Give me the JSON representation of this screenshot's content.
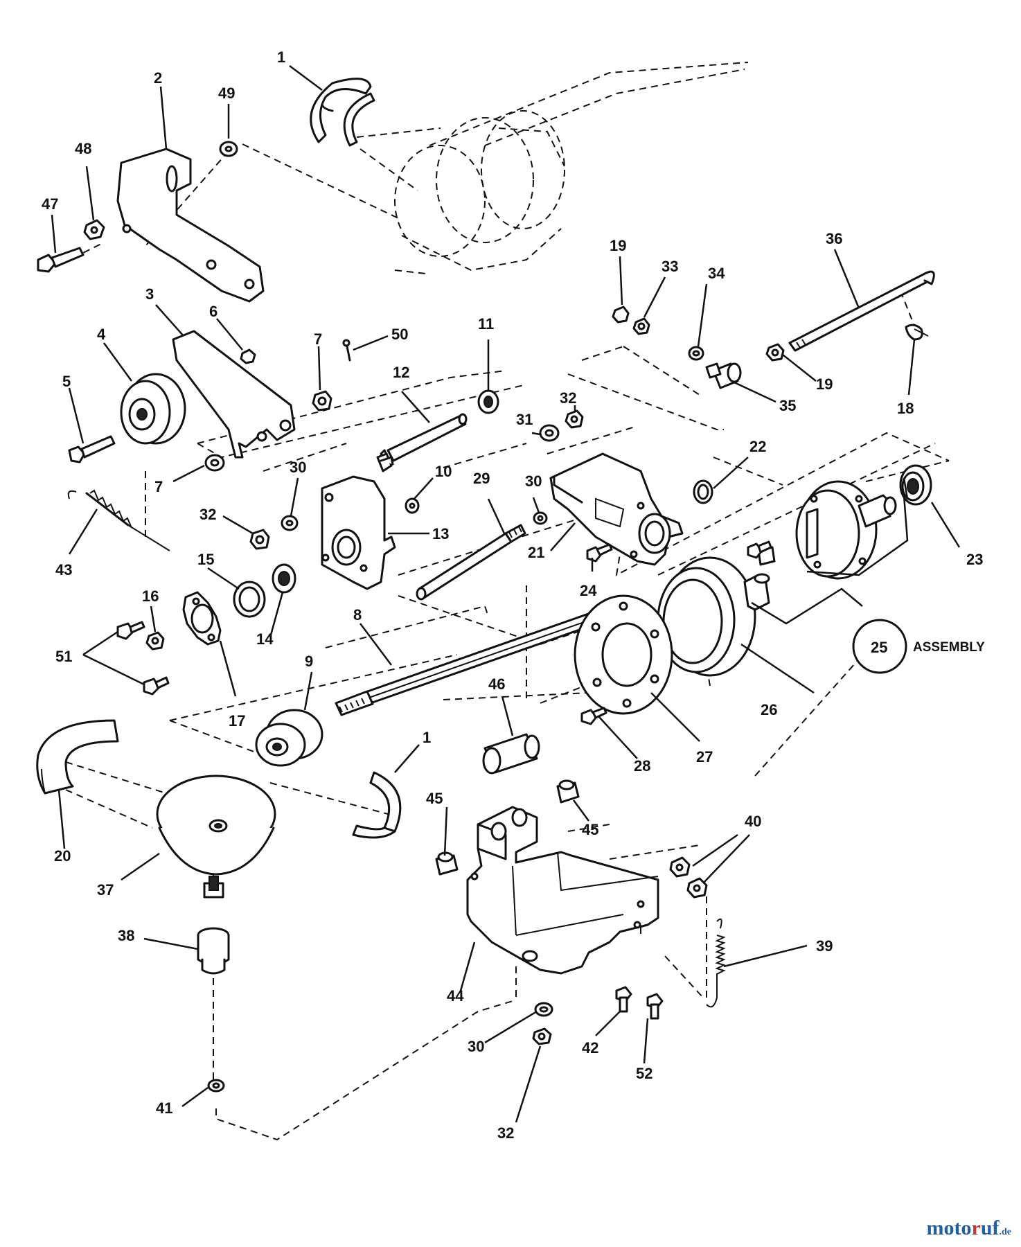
{
  "callouts": [
    "1",
    "2",
    "49",
    "48",
    "47",
    "3",
    "6",
    "7",
    "50",
    "4",
    "5",
    "12",
    "11",
    "7",
    "30",
    "10",
    "32",
    "13",
    "43",
    "15",
    "16",
    "51",
    "14",
    "17",
    "8",
    "9",
    "1",
    "20",
    "37",
    "38",
    "41",
    "29",
    "30",
    "21",
    "24",
    "46",
    "45",
    "45",
    "44",
    "30",
    "32",
    "42",
    "52",
    "19",
    "33",
    "34",
    "36",
    "18",
    "19",
    "35",
    "31",
    "32",
    "22",
    "23",
    "26",
    "27",
    "28",
    "40",
    "39",
    "25"
  ],
  "assembly_label": "ASSEMBLY",
  "watermark": {
    "text_main": "moto",
    "text_accent": "r",
    "text_tail": "uf",
    "text_tld": ".de"
  },
  "colors": {
    "ink": "#111111",
    "paper": "#ffffff",
    "logo_blue": "#1f5fa8",
    "logo_red": "#c0392b"
  }
}
